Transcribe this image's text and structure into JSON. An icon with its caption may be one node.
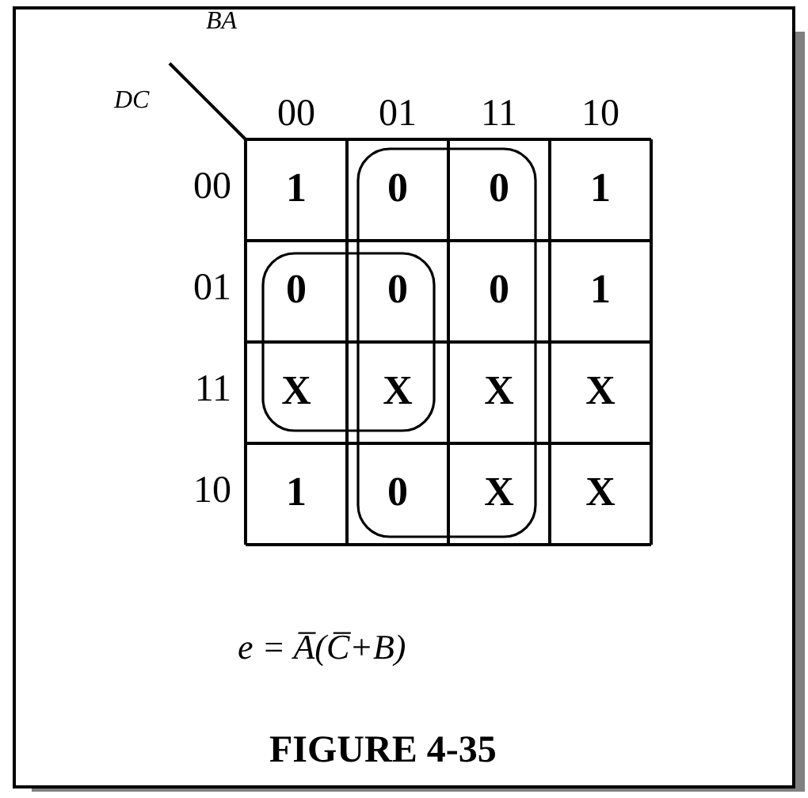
{
  "diagram": {
    "caption": "FIGURE 4-35",
    "labels": [
      "BA",
      "DC",
      "00",
      "01",
      "11",
      "10",
      "00",
      "1",
      "0",
      "0",
      "1",
      "01",
      "0",
      "0",
      "0",
      "1",
      "11",
      "X",
      "X",
      "X",
      "X",
      "10",
      "1",
      "0",
      "X",
      "X",
      "e = A̅(C̅+B)"
    ]
  }
}
